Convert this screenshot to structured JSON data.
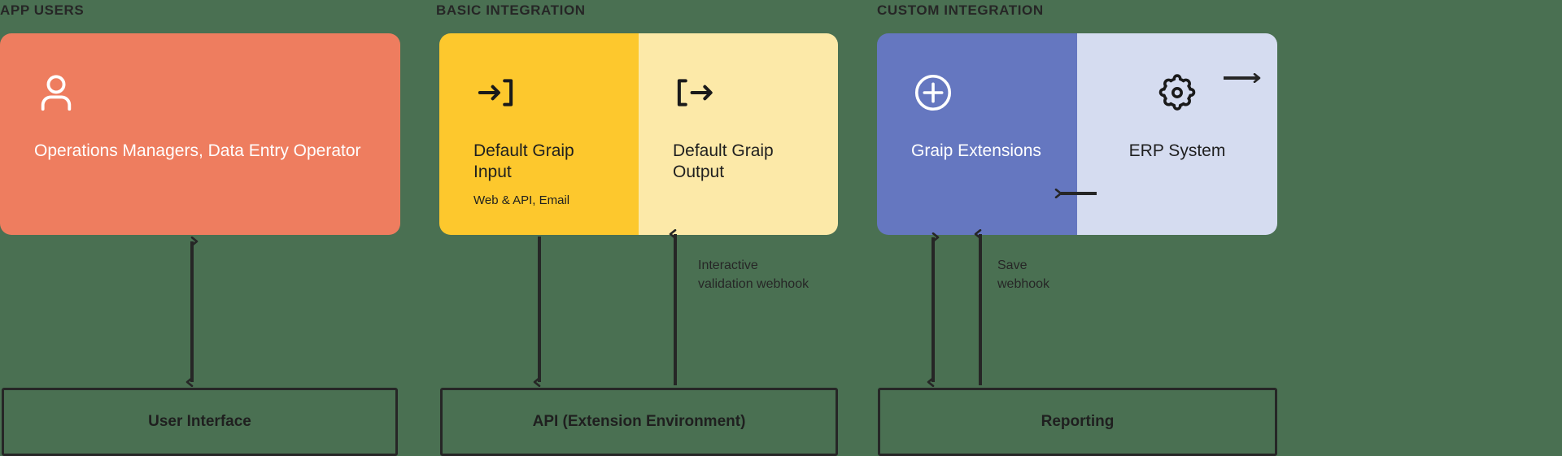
{
  "theme": {
    "background": "#4a7052",
    "orange": "#ee7d5f",
    "yellow_dark": "#fdc82d",
    "yellow_light": "#fce9a8",
    "blue_dark": "#6577c0",
    "blue_light": "#d5dcf0",
    "ink": "#262626"
  },
  "groups": [
    {
      "label": "APP USERS"
    },
    {
      "label": "BASIC INTEGRATION"
    },
    {
      "label": "CUSTOM INTEGRATION"
    }
  ],
  "panels": {
    "app_users": {
      "icon": "user-icon",
      "title": "Operations Managers, Data Entry Operator"
    },
    "basic": {
      "input": {
        "icon": "login-arrow-icon",
        "title": "Default Graip\nInput",
        "subtitle": "Web & API, Email"
      },
      "output": {
        "icon": "logout-arrow-icon",
        "title": "Default Graip\nOutput"
      }
    },
    "custom": {
      "extensions": {
        "icon": "plus-circle-icon",
        "title": "Graip Extensions"
      },
      "erp": {
        "icon": "gear-icon",
        "title": "ERP System"
      }
    }
  },
  "bars": [
    {
      "label": "User Interface"
    },
    {
      "label": "API (Extension Environment)"
    },
    {
      "label": "Reporting"
    }
  ],
  "annotations": {
    "interactive_webhook": "Interactive\nvalidation webhook",
    "save_webhook": "Save\nwebhook"
  }
}
